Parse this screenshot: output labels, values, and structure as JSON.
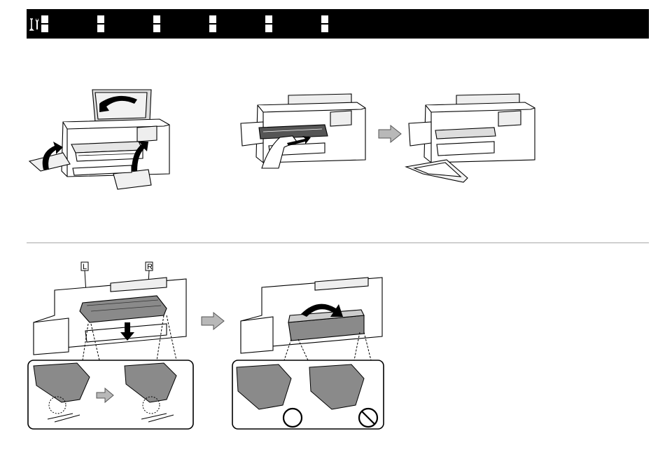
{
  "header": {
    "tab_markers": 6,
    "icon": "wrench-screwdriver-icon"
  },
  "labels": {
    "left": "L",
    "right": "R"
  },
  "glyphs": {
    "ok": "circle-ok-icon",
    "ng": "prohibited-icon"
  },
  "colors": {
    "header_bg": "#000000",
    "highlight": "#8a8a8a",
    "divider": "#a8a8a8"
  }
}
